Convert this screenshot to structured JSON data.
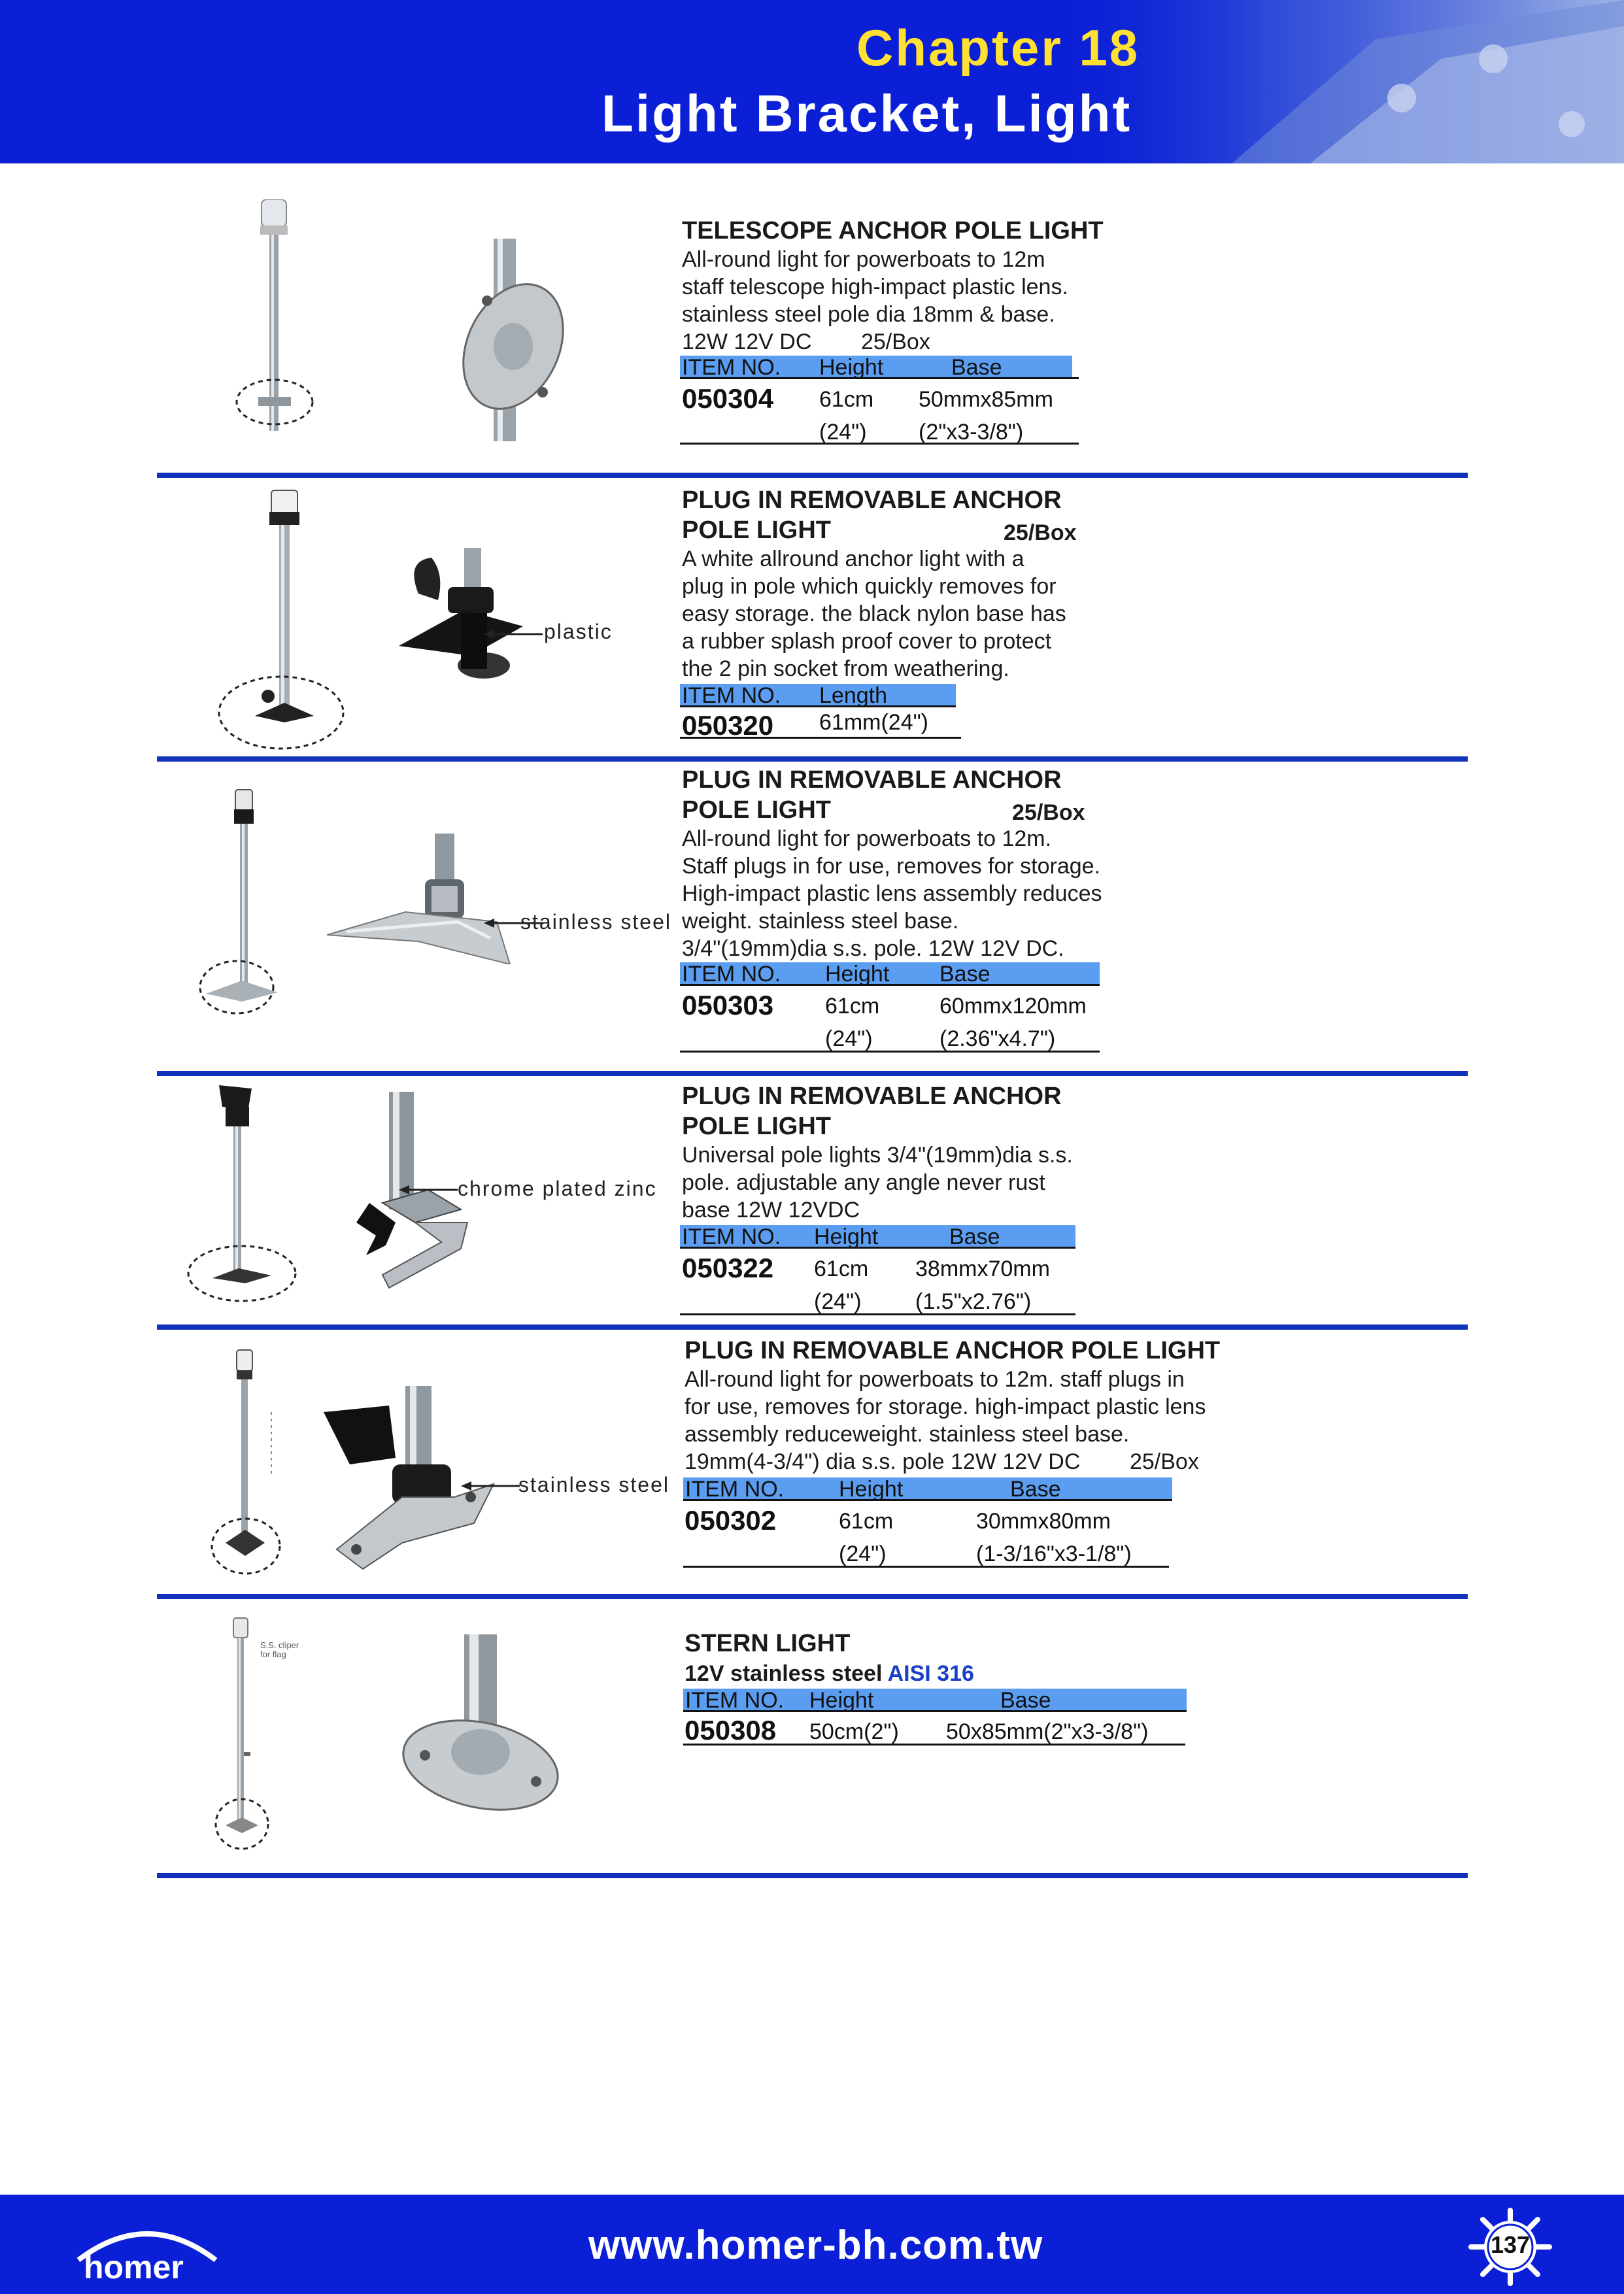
{
  "header": {
    "chapter": "Chapter 18",
    "title": "Light Bracket, Light"
  },
  "footer": {
    "url": "www.homer-bh.com.tw",
    "page": "137",
    "logo_text": "homer"
  },
  "products": [
    {
      "title": "TELESCOPE ANCHOR POLE LIGHT",
      "desc": [
        "All-round light for powerboats to 12m",
        "staff telescope high-impact plastic lens.",
        "stainless steel pole dia 18mm & base.",
        "12W 12V DC        25/Box"
      ],
      "headers": [
        "ITEM NO.",
        "Height",
        "Base"
      ],
      "item_no": "050304",
      "values": [
        "61cm",
        "50mmx85mm"
      ],
      "values2": [
        "(24\")",
        "(2\"x3-3/8\")"
      ]
    },
    {
      "title": "PLUG IN REMOVABLE ANCHOR",
      "title2": "POLE LIGHT",
      "box": "25/Box",
      "desc": [
        "A white allround anchor light with a",
        "plug in pole which quickly removes for",
        "easy storage. the black nylon base has",
        "a rubber splash proof cover to protect",
        "the 2 pin socket from weathering."
      ],
      "headers": [
        "ITEM NO.",
        "Length"
      ],
      "item_no": "050320",
      "values": [
        "61mm(24\")"
      ],
      "callout": "plastic"
    },
    {
      "title": "PLUG IN REMOVABLE ANCHOR",
      "title2": "POLE LIGHT",
      "box": "25/Box",
      "desc": [
        "All-round light for powerboats to 12m.",
        "Staff plugs in for use, removes for storage.",
        "High-impact plastic lens assembly reduces",
        "weight. stainless steel base.",
        "3/4\"(19mm)dia s.s. pole. 12W 12V DC."
      ],
      "headers": [
        "ITEM NO.",
        "Height",
        "Base"
      ],
      "item_no": "050303",
      "values": [
        "61cm",
        "60mmx120mm"
      ],
      "values2": [
        "(24\")",
        "(2.36\"x4.7\")"
      ],
      "callout": "stainless steel"
    },
    {
      "title": "PLUG IN REMOVABLE ANCHOR",
      "title2": "POLE LIGHT",
      "desc": [
        "Universal pole lights 3/4\"(19mm)dia s.s.",
        "pole. adjustable any angle never rust",
        "base 12W 12VDC"
      ],
      "headers": [
        "ITEM NO.",
        "Height",
        "Base"
      ],
      "item_no": "050322",
      "values": [
        "61cm",
        "38mmx70mm"
      ],
      "values2": [
        "(24\")",
        "(1.5\"x2.76\")"
      ],
      "callout": "chrome plated zinc"
    },
    {
      "title": "PLUG IN REMOVABLE ANCHOR POLE LIGHT",
      "desc": [
        "All-round light for powerboats to 12m. staff plugs in",
        "for use, removes for storage. high-impact plastic lens",
        "assembly reduceweight. stainless steel base.",
        "19mm(4-3/4\") dia s.s. pole 12W 12V DC        25/Box"
      ],
      "headers": [
        "ITEM NO.",
        "Height",
        "Base"
      ],
      "item_no": "050302",
      "values": [
        "61cm",
        "30mmx80mm"
      ],
      "values2": [
        "(24\")",
        "(1-3/16\"x3-1/8\")"
      ],
      "callout": "stainless steel"
    },
    {
      "title": "STERN LIGHT",
      "subtitle_plain": "12V stainless steel ",
      "subtitle_blue": "AISI 316",
      "headers": [
        "ITEM NO.",
        "Height",
        "Base"
      ],
      "item_no": "050308",
      "values": [
        "50cm(2\")",
        "50x85mm(2\"x3-3/8\")"
      ],
      "note": [
        "S.S. cliper",
        "for flag"
      ]
    }
  ],
  "colors": {
    "brand_blue": "#0a1fd6",
    "divider_blue": "#1133bb",
    "table_header": "#5b9df0",
    "chapter_yellow": "#ffe033"
  }
}
